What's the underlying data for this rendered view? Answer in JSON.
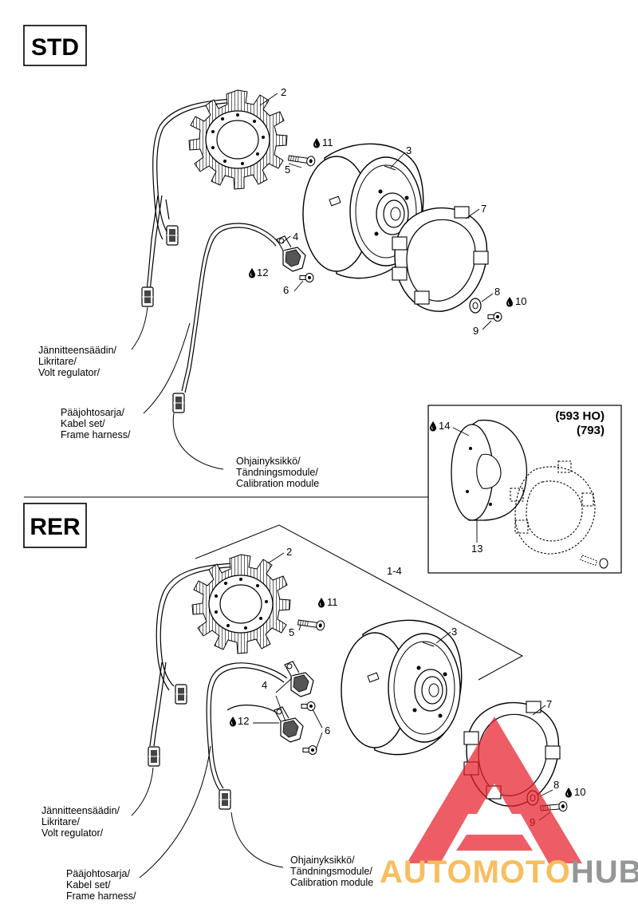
{
  "sections": {
    "std": {
      "title": "STD"
    },
    "rer": {
      "title": "RER"
    }
  },
  "std": {
    "callouts": {
      "stator": "2",
      "bolt_stator": "5",
      "bolt_stator_thread": "11",
      "flywheel": "3",
      "trigger_wheel": "7",
      "sensor": "4",
      "sensor_screw": "6",
      "sensor_screw_thread": "12",
      "washer": "8",
      "bolt_flywheel": "9",
      "bolt_flywheel_thread": "10"
    },
    "captions": {
      "volt_regulator": [
        "Jännitteensäädin/",
        "Likritare/",
        "Volt regulator/"
      ],
      "frame_harness": [
        "Pääjohtosarja/",
        "Kabel set/",
        "Frame harness/"
      ],
      "calibration_module": [
        "Ohjainyksikkö/",
        "Tändningsmodule/",
        "Calibration module"
      ]
    }
  },
  "inset": {
    "title_line1": "(593 HO)",
    "title_line2": "(793)",
    "callouts": {
      "spacer": "13",
      "spacer_thread": "14"
    }
  },
  "rer": {
    "callouts": {
      "assembly": "1-4",
      "stator": "2",
      "bolt_stator": "5",
      "bolt_stator_thread": "11",
      "flywheel": "3",
      "trigger_wheel": "7",
      "sensor": "4",
      "sensor_screw": "6",
      "sensor_screw_thread": "12",
      "washer": "8",
      "bolt_flywheel": "9",
      "bolt_flywheel_thread": "10"
    },
    "captions": {
      "volt_regulator": [
        "Jännitteensäädin/",
        "Likritare/",
        "Volt regulator/"
      ],
      "frame_harness": [
        "Pääjohtosarja/",
        "Kabel set/",
        "Frame harness/"
      ],
      "calibration_module": [
        "Ohjainyksikkö/",
        "Tändningsmodule/",
        "Calibration module"
      ]
    }
  },
  "watermark": {
    "part1": "AUTO",
    "part2": "MOTO",
    "part3": "HUB"
  },
  "icons": {
    "thread_locker": "drop-icon"
  },
  "colors": {
    "line": "#000000",
    "watermark_red": "#e8202a",
    "watermark_orange": "#f5a623",
    "watermark_gray": "#6d6e71"
  }
}
